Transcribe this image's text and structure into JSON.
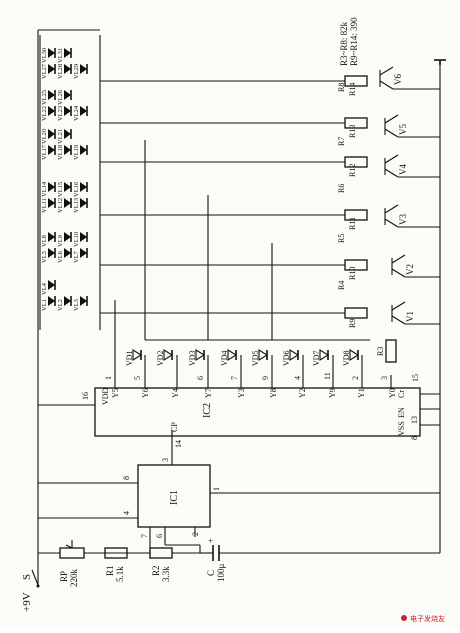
{
  "notes": {
    "line1": "R3~R8: 82k",
    "line2": "R9~R14: 390"
  },
  "supply": {
    "voltage": "+9V",
    "switch": "S"
  },
  "ic1": {
    "name": "IC1",
    "pins": [
      "8",
      "4",
      "3",
      "7",
      "6",
      "2",
      "1"
    ]
  },
  "ic2": {
    "name": "IC2",
    "pins_left": [
      "VDD",
      "16",
      "CP",
      "14"
    ],
    "top_labels": [
      "Y5",
      "Y6",
      "Y4",
      "Y7",
      "Y3",
      "Y8",
      "Y2",
      "Y9",
      "Y1",
      "Y0",
      "Cr"
    ],
    "top_pins": [
      "1",
      "5",
      "6",
      "7",
      "9",
      "4",
      "11",
      "2",
      "3",
      "15"
    ],
    "bottom_labels": [
      "VSS",
      "EN",
      "8",
      "13"
    ]
  },
  "left_parts": {
    "rp": {
      "name": "RP",
      "value": "220k"
    },
    "r1": {
      "name": "R1",
      "value": "5.1k"
    },
    "r2": {
      "name": "R2",
      "value": "3.3k"
    },
    "c": {
      "name": "C",
      "value": "100μ",
      "polarity": "+"
    }
  },
  "diodes": [
    "VD1",
    "VD2",
    "VD3",
    "VD4",
    "VD5",
    "VD6",
    "VD7",
    "VD8"
  ],
  "resistors_a": [
    "R3",
    "R4",
    "R5",
    "R6",
    "R7",
    "R8"
  ],
  "resistors_b": [
    "R9",
    "R10",
    "R11",
    "R12",
    "R13",
    "R14"
  ],
  "transistors": [
    "V1",
    "V2",
    "V3",
    "V4",
    "V5",
    "V6"
  ],
  "leds": [
    "VL1",
    "VL2",
    "VL3",
    "VL4",
    "VL5",
    "VL6",
    "VL7",
    "VL8",
    "VL9",
    "VL10",
    "VL11",
    "VL12",
    "VL13",
    "VL14",
    "VL15",
    "VL16",
    "VL17",
    "VL18",
    "VL19",
    "VL20",
    "VL21",
    "VL22",
    "VL23",
    "VL24",
    "VL25",
    "VL26",
    "VL27",
    "VL28",
    "VL29",
    "VL30",
    "VL31"
  ],
  "watermark": "电子发烧友"
}
